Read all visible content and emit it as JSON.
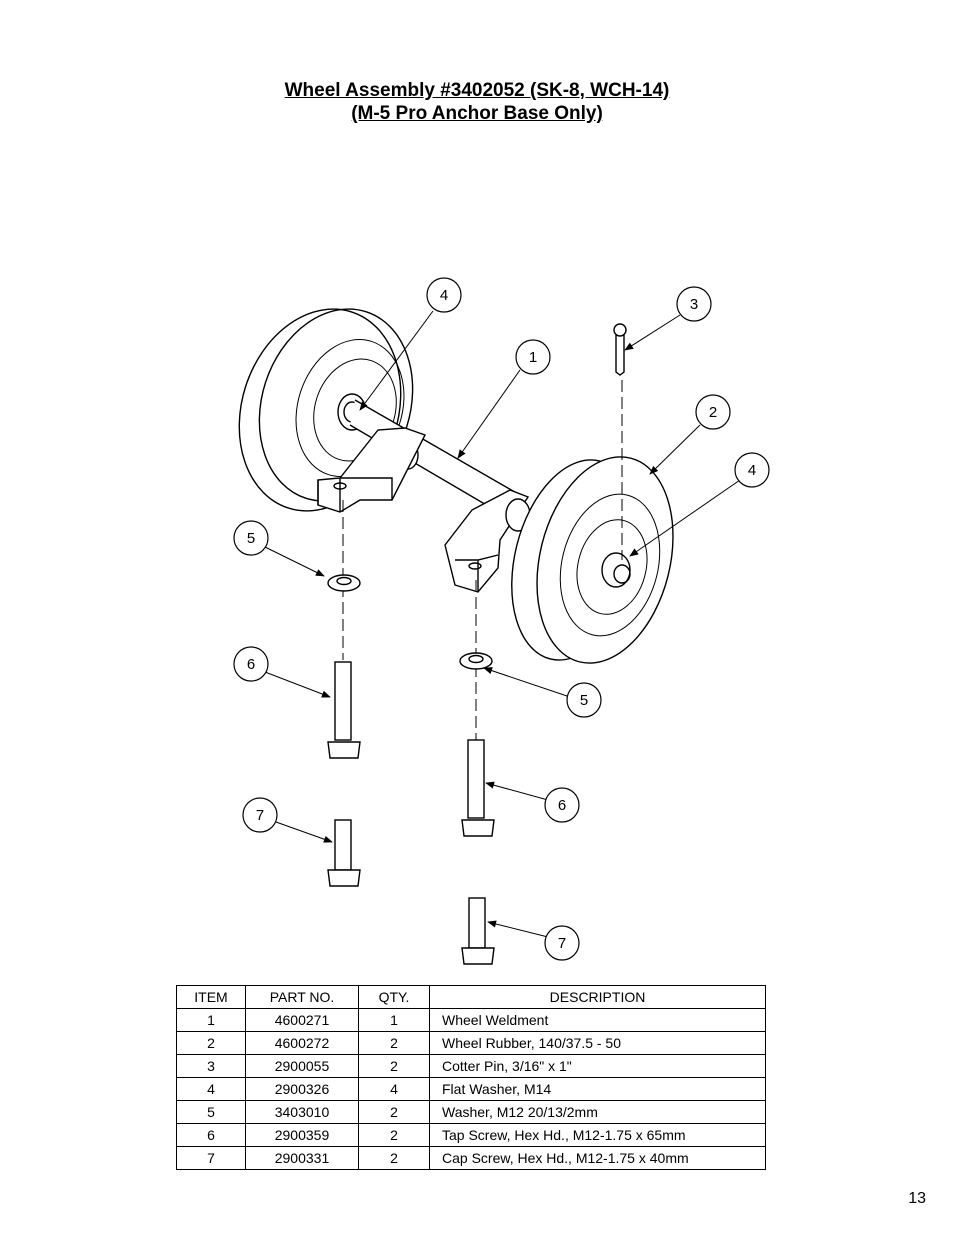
{
  "title": {
    "line1": "Wheel Assembly #3402052 (SK-8, WCH-14)",
    "line2": "(M-5 Pro Anchor Base Only)"
  },
  "callouts": [
    "4",
    "3",
    "1",
    "2",
    "4",
    "5",
    "6",
    "5",
    "6",
    "7",
    "7"
  ],
  "table": {
    "headers": [
      "ITEM",
      "PART NO.",
      "QTY.",
      "DESCRIPTION"
    ],
    "rows": [
      [
        "1",
        "4600271",
        "1",
        "Wheel Weldment"
      ],
      [
        "2",
        "4600272",
        "2",
        "Wheel Rubber, 140/37.5 - 50"
      ],
      [
        "3",
        "2900055",
        "2",
        "Cotter Pin, 3/16\" x 1\""
      ],
      [
        "4",
        "2900326",
        "4",
        "Flat Washer, M14"
      ],
      [
        "5",
        "3403010",
        "2",
        "Washer, M12 20/13/2mm"
      ],
      [
        "6",
        "2900359",
        "2",
        "Tap Screw, Hex Hd., M12-1.75 x 65mm"
      ],
      [
        "7",
        "2900331",
        "2",
        "Cap Screw, Hex Hd., M12-1.75 x 40mm"
      ]
    ]
  },
  "page_number": "13"
}
